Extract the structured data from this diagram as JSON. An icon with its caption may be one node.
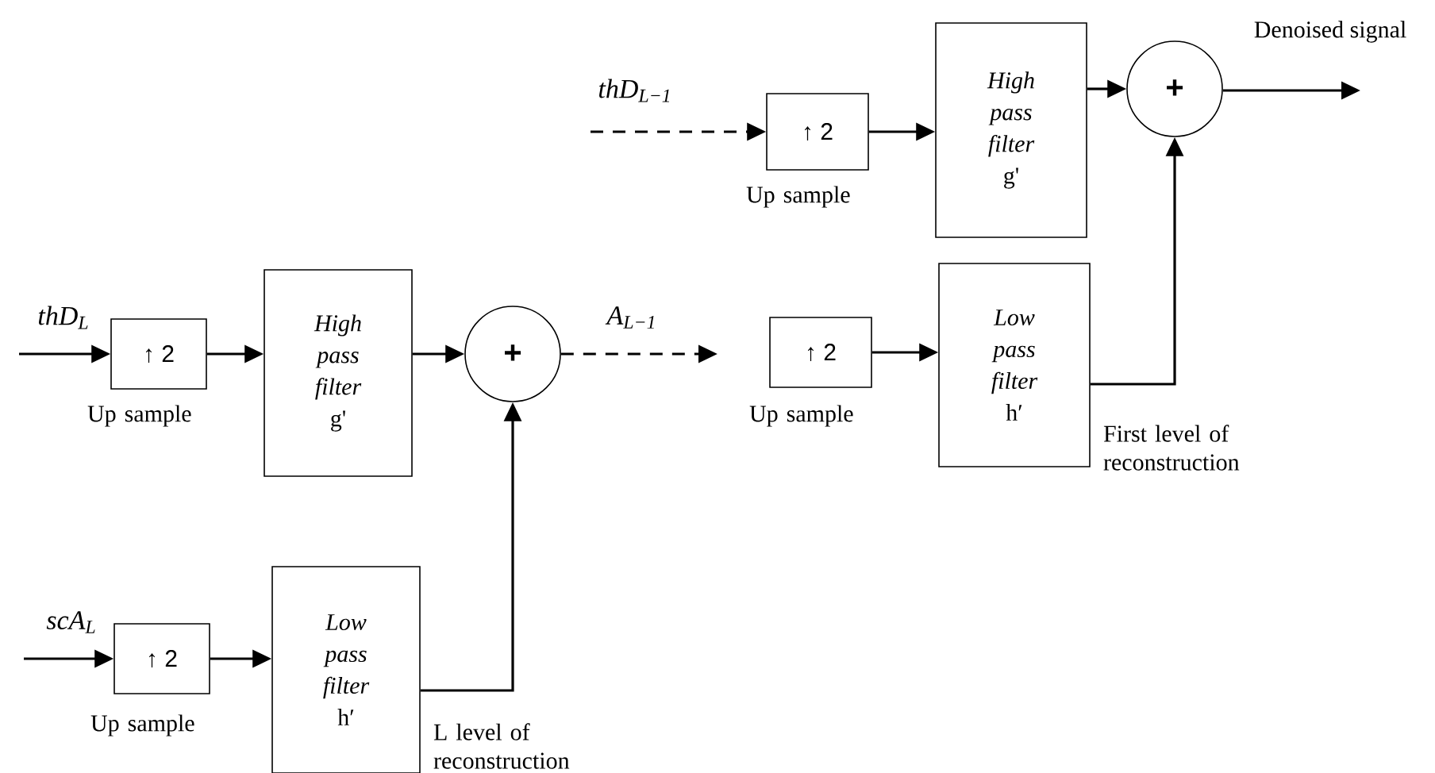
{
  "diagram": {
    "nodes": [
      {
        "text": [
          "↑ 2"
        ],
        "beside": [
          "Up sample"
        ]
      },
      {
        "text": [
          "High pass filter",
          "g'"
        ]
      },
      {
        "text": [
          "+"
        ]
      },
      {
        "text": [
          "↑ 2"
        ],
        "beside": [
          "Up sample"
        ]
      },
      {
        "text": [
          "Low pass filter",
          "h′"
        ],
        "beside": [
          "L level of reconstruction"
        ]
      },
      {
        "text": [
          "↑ 2"
        ],
        "beside": [
          "Up sample"
        ]
      },
      {
        "text": [
          "High pass filter",
          "g'"
        ]
      },
      {
        "text": [
          "+"
        ]
      },
      {
        "text": [
          "↑ 2"
        ],
        "beside": [
          "Up sample"
        ]
      },
      {
        "text": [
          "Low pass filter",
          "h′"
        ],
        "beside": [
          "First level of reconstruction"
        ]
      }
    ],
    "edges": [
      {
        "from": null,
        "to": 0,
        "arrow": "to",
        "label": "thD$_{L}$"
      },
      {
        "from": 0,
        "to": 1,
        "arrow": "to"
      },
      {
        "from": 1,
        "to": 2,
        "arrow": "to"
      },
      {
        "from": null,
        "to": 3,
        "arrow": "to",
        "label": "scA$_{L}$"
      },
      {
        "from": 3,
        "to": 4,
        "arrow": "to"
      },
      {
        "from": 4,
        "to": 2,
        "arrow": "to"
      },
      {
        "from": 2,
        "to": null,
        "arrow": "to",
        "style": "dashed",
        "label": "A$_{L−1}$"
      },
      {
        "from": null,
        "to": 5,
        "arrow": "to",
        "style": "dashed",
        "label": "thD$_{L−1}$"
      },
      {
        "from": 5,
        "to": 6,
        "arrow": "to"
      },
      {
        "from": 6,
        "to": 7,
        "arrow": "to"
      },
      {
        "from": 8,
        "to": 9,
        "arrow": "to"
      },
      {
        "from": 9,
        "to": 7,
        "arrow": "to"
      },
      {
        "from": 7,
        "to": null,
        "arrow": "to",
        "label": "Denoised signal"
      }
    ]
  }
}
